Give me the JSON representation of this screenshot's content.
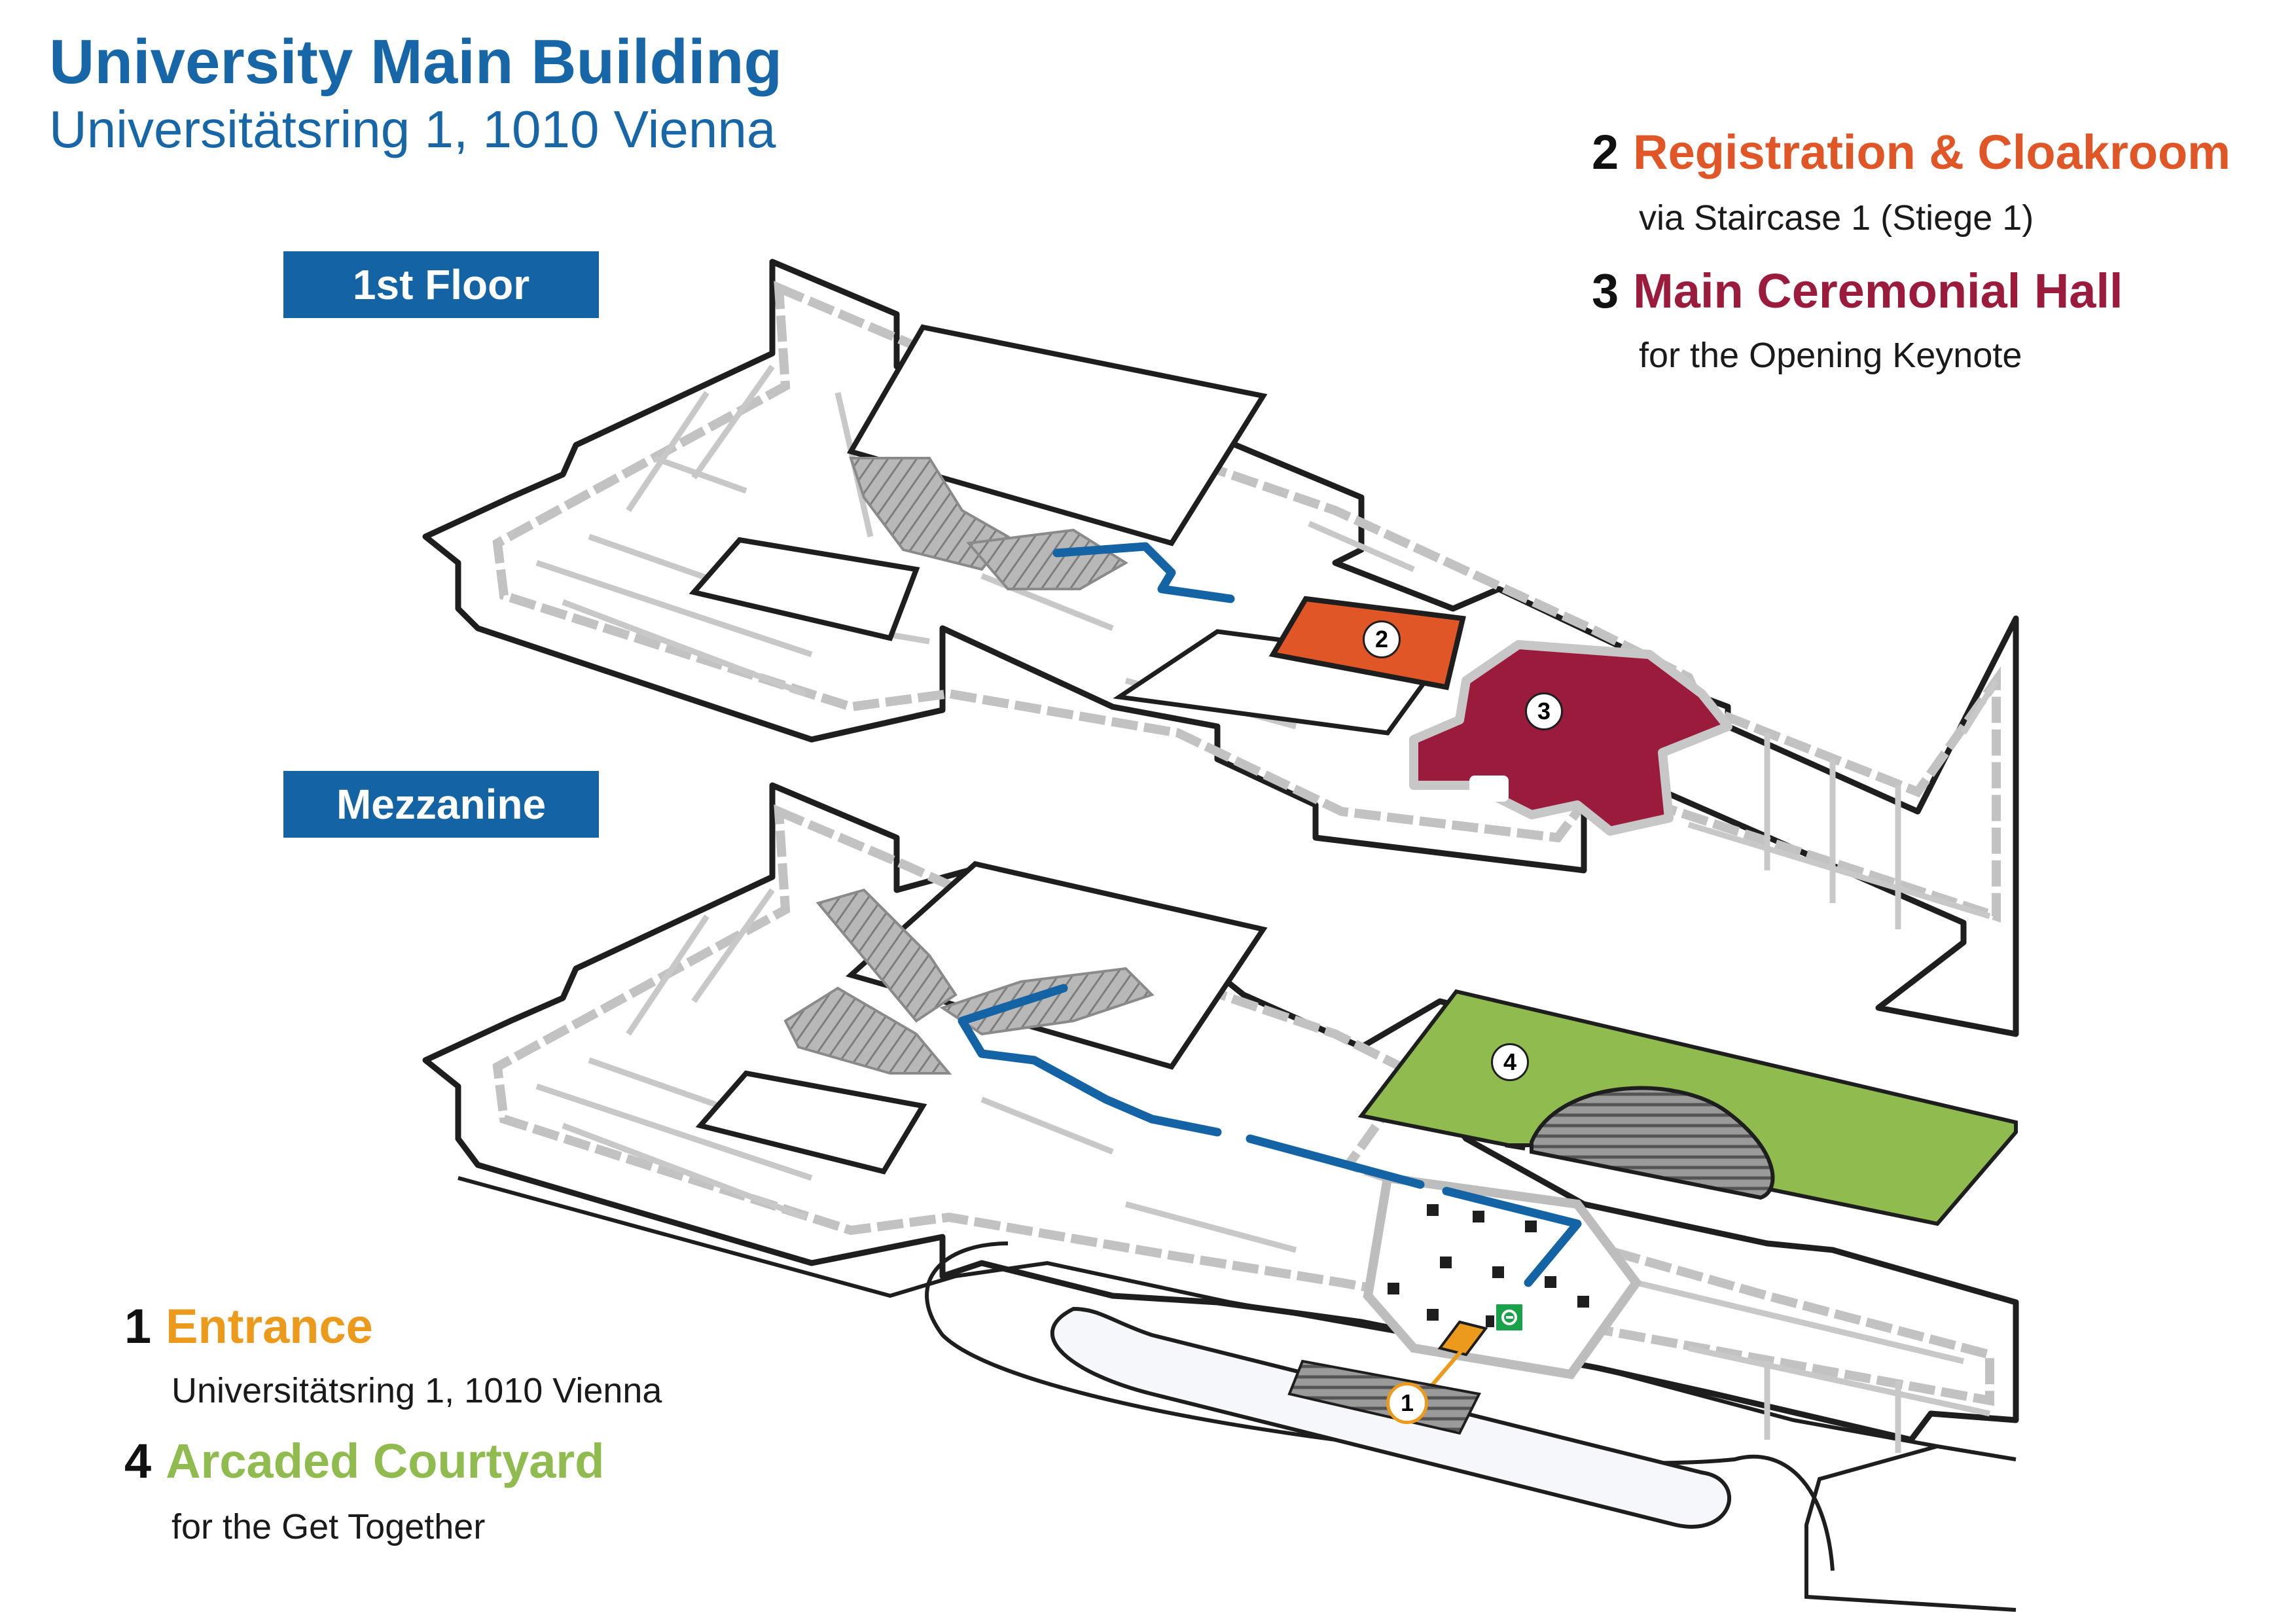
{
  "header": {
    "title": "University Main Building",
    "subtitle": "Universitätsring 1, 1010 Vienna"
  },
  "floors": {
    "upper": "1st Floor",
    "lower": "Mezzanine"
  },
  "legend": [
    {
      "number": "1",
      "title": "Entrance",
      "description": "Universitätsring 1, 1010 Vienna",
      "color": "#ec9a1c"
    },
    {
      "number": "2",
      "title": "Registration & Cloakroom",
      "description": "via Staircase 1 (Stiege 1)",
      "color": "#e05627"
    },
    {
      "number": "3",
      "title": "Main Ceremonial Hall",
      "description": "for the Opening Keynote",
      "color": "#9b1b3c"
    },
    {
      "number": "4",
      "title": "Arcaded Courtyard",
      "description": "for the Get Together",
      "color": "#8fbb4f"
    }
  ],
  "markers": [
    "1",
    "2",
    "3",
    "4"
  ],
  "colors": {
    "route": "#1463a4",
    "floor_tag": "#1463a4",
    "walls": "#1e1e1e",
    "interior": "#bdbdbd",
    "emergency_exit": "#1aa24a"
  },
  "icons": [
    "emergency-exit-icon"
  ]
}
